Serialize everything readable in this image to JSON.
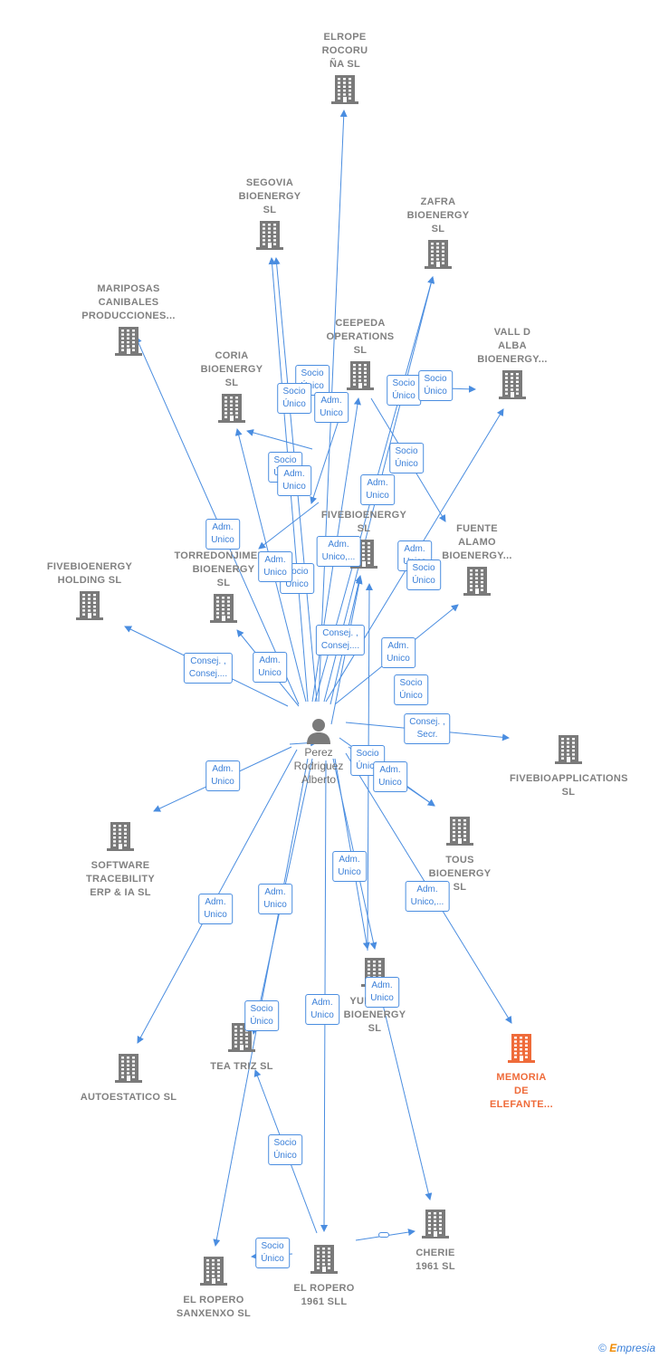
{
  "colors": {
    "edge": "#4a8de0",
    "node": "#7a7a7a",
    "highlight": "#ef6b3a"
  },
  "credit": {
    "symbol": "©",
    "brand_e": "E",
    "brand_rest": "mpresia"
  },
  "person": {
    "name": "Perez\nRodriguez\nAlberto"
  },
  "nodes": [
    {
      "name": "ELROPE\nROCORU\nÑA  SL"
    },
    {
      "name": "SEGOVIA\nBIOENERGY\nSL"
    },
    {
      "name": "ZAFRA\nBIOENERGY\nSL"
    },
    {
      "name": "MARIPOSAS\nCANIBALES\nPRODUCCIONES..."
    },
    {
      "name": "CEEPEDA\nOPERATIONS\nSL"
    },
    {
      "name": "VALL D\nALBA\nBIOENERGY..."
    },
    {
      "name": "CORIA\nBIOENERGY\nSL"
    },
    {
      "name": "FIVEBIOENERGY\nSL"
    },
    {
      "name": "FUENTE\nALAMO\nBIOENERGY..."
    },
    {
      "name": "FIVEBIOENERGY\nHOLDING  SL"
    },
    {
      "name": "TORREDONJIMENO\nBIOENERGY\nSL"
    },
    {
      "name": "FIVEBIOAPPLICATIONS\nSL"
    },
    {
      "name": "SOFTWARE\nTRACEBILITY\nERP & IA  SL"
    },
    {
      "name": "TOUS\nBIOENERGY\nSL"
    },
    {
      "name": "YUNCLER\nBIOENERGY\nSL"
    },
    {
      "name": "TEA TRIZ  SL"
    },
    {
      "name": "AUTOESTATICO SL"
    },
    {
      "name": "MEMORIA\nDE\nELEFANTE..."
    },
    {
      "name": "EL ROPERO\nSANXENXO  SL"
    },
    {
      "name": "EL ROPERO\n1961  SLL"
    },
    {
      "name": "CHERIE\n1961  SL"
    }
  ],
  "edge_labels": [
    "Socio\nÚnico",
    "Socio\nÚnico",
    "Adm.\nUnico",
    "Socio\nÚnico",
    "Socio\nÚnico",
    "Socio\nÚnico",
    "Socio\nÚnico",
    "Adm.\nUnico",
    "Adm.\nUnico",
    "Adm.\nUnico",
    "Adm.\nUnico,...",
    "Adm.\nUnico",
    "Socio\nÚnico",
    "Adm.\nUnico",
    "Socio\nÚnico",
    "Consej. ,\nConsej....",
    "Consej. ,\nConsej....",
    "Adm.\nUnico",
    "Adm.\nUnico",
    "Socio\nÚnico",
    "Consej. ,\nSecr.",
    "Adm.\nUnico",
    "Socio\nÚnico",
    "Adm.\nUnico",
    "Adm.\nUnico",
    "Adm.\nUnico",
    "Adm.\nUnico,...",
    "Adm.\nUnico",
    "Adm.\nUnico",
    "Adm.\nUnico",
    "Socio\nÚnico",
    "Socio\nÚnico",
    "Socio\nÚnico"
  ]
}
